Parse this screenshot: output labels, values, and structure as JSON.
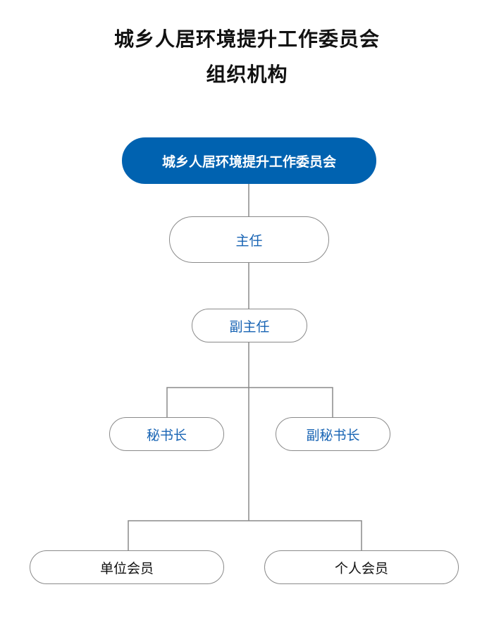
{
  "title": {
    "line1": "城乡人居环境提升工作委员会",
    "line2": "组织机构"
  },
  "nodes": {
    "root": "城乡人居环境提升工作委员会",
    "director": "主任",
    "deputy_director": "副主任",
    "secretary_general": "秘书长",
    "deputy_secretary_general": "副秘书长",
    "unit_members": "单位会员",
    "individual_members": "个人会员"
  },
  "colors": {
    "accent": "#0062b0",
    "line": "#8a8a8a",
    "node_text": "#1864b4"
  }
}
